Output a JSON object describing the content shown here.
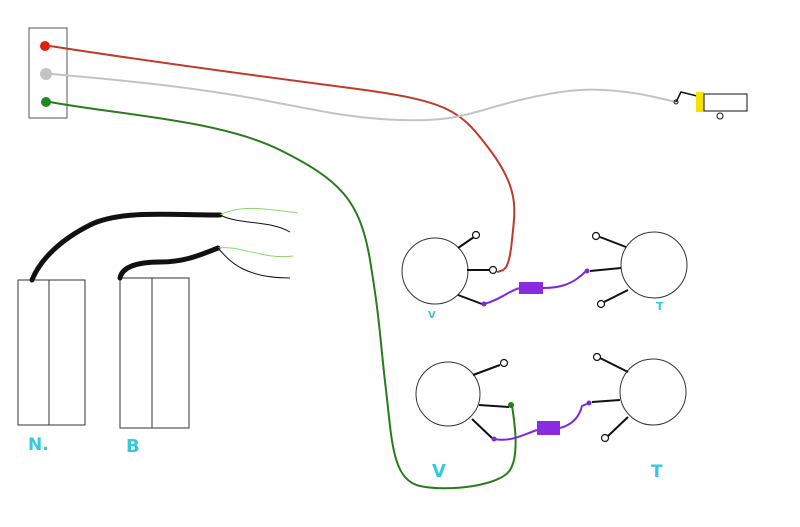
{
  "labels": {
    "pickup_neck": "N.",
    "pickup_bridge": "B",
    "pot1_volume": "V",
    "pot1_tone": "T",
    "pot2_volume": "V",
    "pot2_tone": "T"
  },
  "colors": {
    "hot_wire": "#c0392b",
    "ground_wire": "#2a7a1f",
    "gray_wire": "#c4c4c4",
    "pickup_lead": "#111111",
    "capacitor": "#8a2be2",
    "jack_tip": "#f4e300",
    "label": "#35c8e0",
    "small_wire": "#8ad66a"
  }
}
